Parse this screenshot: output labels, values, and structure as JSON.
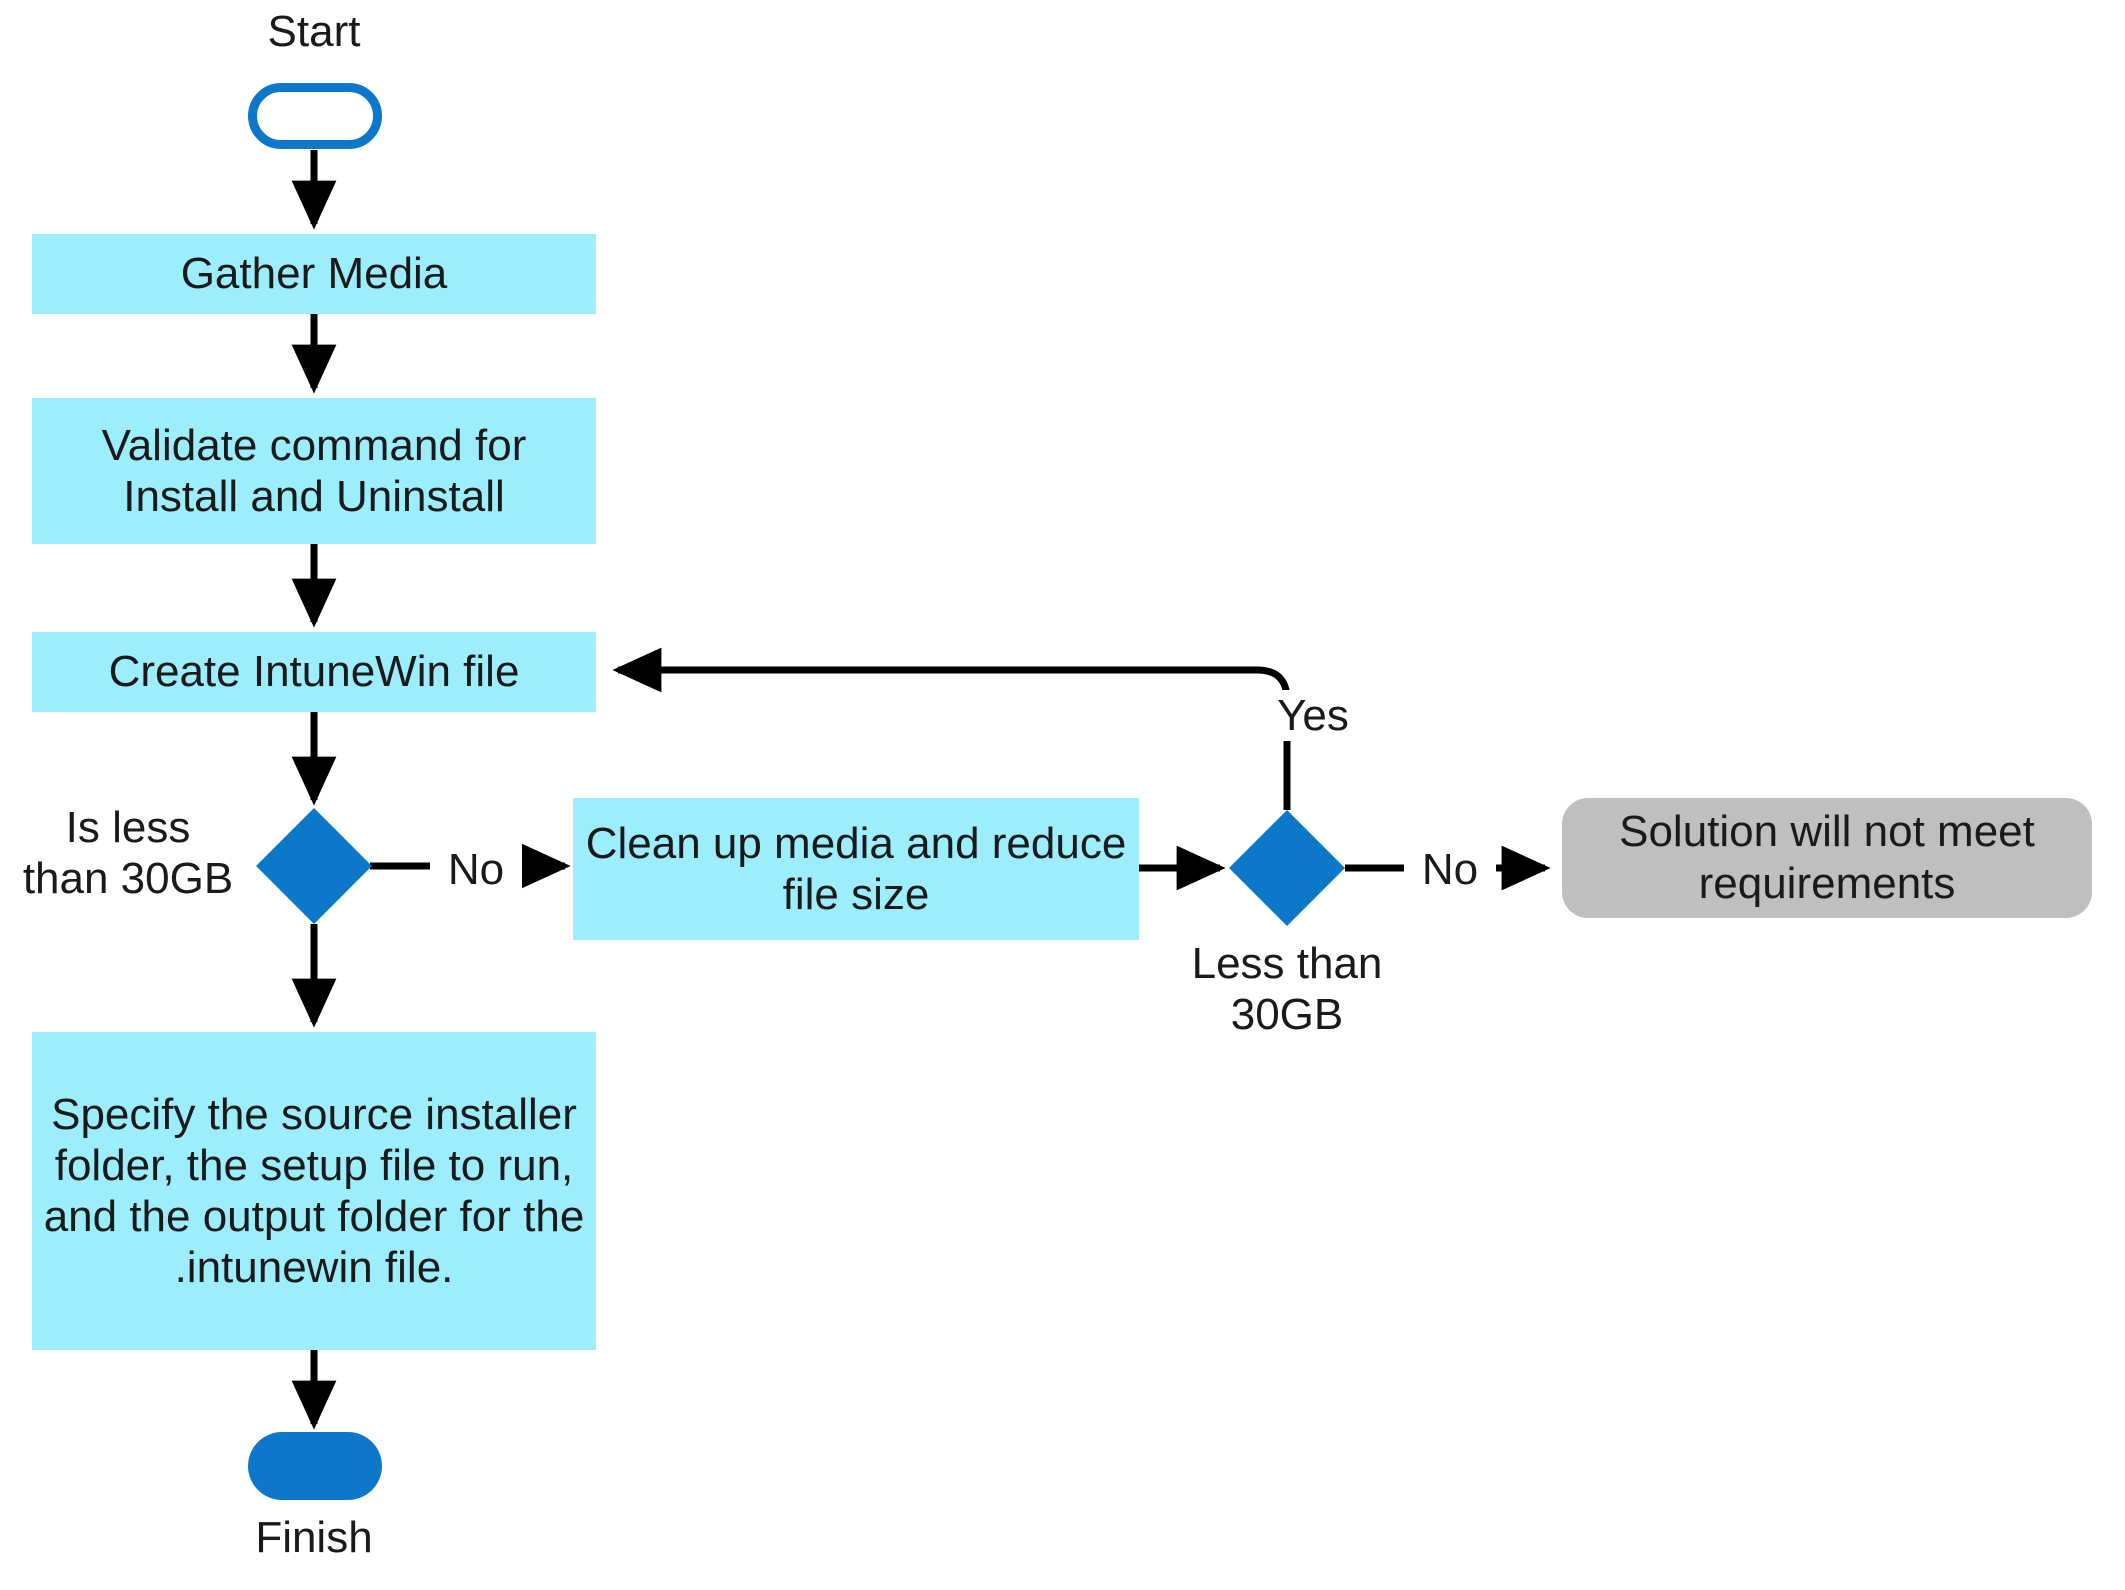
{
  "diagram": {
    "title": "IntuneWin packaging flowchart",
    "colors": {
      "process_fill": "#9CEEFC",
      "decision_fill": "#0D78C9",
      "terminal_outline": "#0D78C9",
      "terminal_fill": "#0D78C9",
      "failure_fill": "#BFBFBF",
      "edge_stroke": "#000000",
      "text": "#1a1a1a"
    },
    "nodes": {
      "start": {
        "label": "Start",
        "shape": "rounded-outline"
      },
      "gather_media": {
        "label": "Gather Media",
        "shape": "rectangle"
      },
      "validate_command": {
        "label": "Validate command for Install and Uninstall",
        "shape": "rectangle"
      },
      "create_intunewin": {
        "label": "Create IntuneWin file",
        "shape": "rectangle"
      },
      "decision_size_1": {
        "label": "Is less\nthan 30GB",
        "shape": "diamond"
      },
      "cleanup_media": {
        "label": "Clean up media and reduce file size",
        "shape": "rectangle"
      },
      "decision_size_2": {
        "label": "Less than\n30GB",
        "shape": "diamond"
      },
      "failure": {
        "label": "Solution will not meet requirements",
        "shape": "rounded-rectangle"
      },
      "specify_folders": {
        "label": "Specify the source installer folder, the setup file to run, and the output folder for the .intunewin file.",
        "shape": "rectangle"
      },
      "finish": {
        "label": "Finish",
        "shape": "rounded-filled"
      }
    },
    "edge_labels": {
      "first_decision_no": "No",
      "second_decision_no": "No",
      "second_decision_yes": "Yes"
    }
  }
}
